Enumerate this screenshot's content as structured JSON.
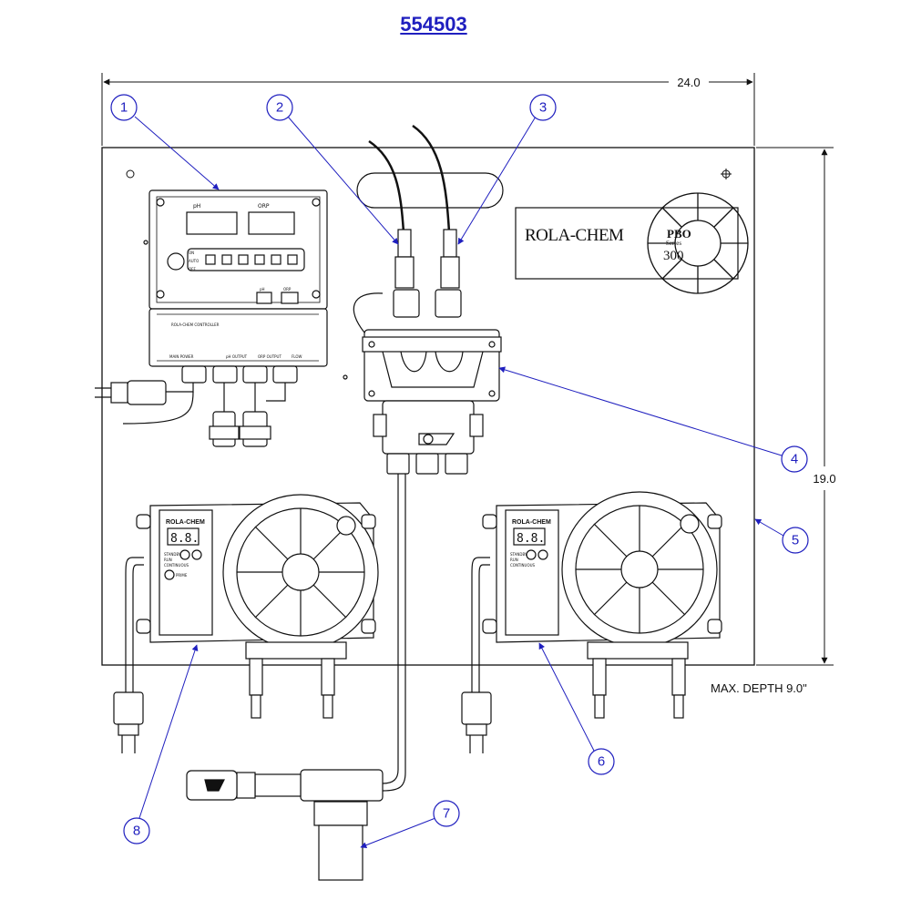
{
  "title": {
    "part_number": "554503"
  },
  "dimensions": {
    "width": "24.0",
    "height": "19.0",
    "depth_note": "MAX. DEPTH 9.0\""
  },
  "logo": {
    "brand": "ROLA-CHEM",
    "series_line1": "PBO",
    "series_line2": "Series",
    "model": "300"
  },
  "controller": {
    "display_left": "pH",
    "display_right": "ORP",
    "label_on": "ON",
    "label_auto": "AUTO",
    "label_off": "OFF",
    "button_ph": "pH",
    "button_orp": "ORP",
    "panel_caption": "ROLA-CHEM CONTROLLER",
    "port_1": "MAIN POWER",
    "port_2": "pH OUTPUT",
    "port_3": "ORP OUTPUT",
    "port_4": "FLOW"
  },
  "pumps": {
    "brand": "ROLA-CHEM",
    "display": "8.8.",
    "label_1": "STANDBY",
    "label_2": "RUN",
    "label_3": "CONTINUOUS",
    "button": "PRIME"
  },
  "balloons": [
    {
      "label": "1"
    },
    {
      "label": "2"
    },
    {
      "label": "3"
    },
    {
      "label": "4"
    },
    {
      "label": "5"
    },
    {
      "label": "6"
    },
    {
      "label": "7"
    },
    {
      "label": "8"
    }
  ],
  "colors": {
    "callout": "#1f1fbf",
    "line": "#111111",
    "panel_fill": "#f4f4f4"
  }
}
